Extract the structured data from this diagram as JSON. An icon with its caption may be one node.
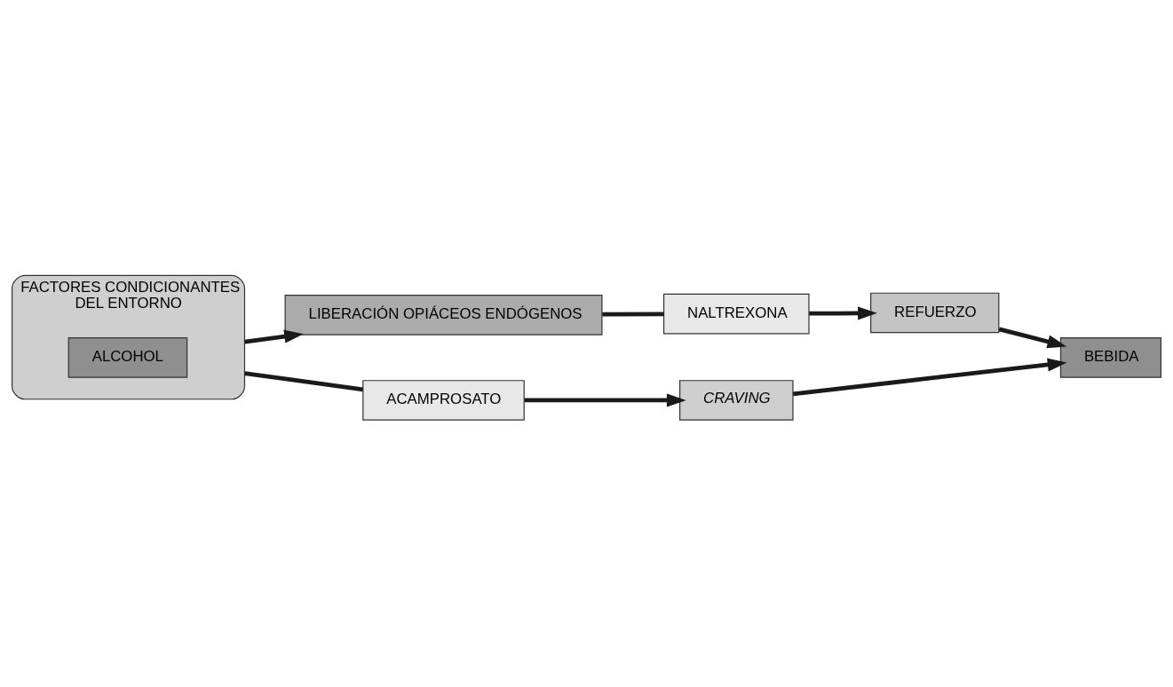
{
  "diagram": {
    "nodes": [
      {
        "text": [
          "FACTORES CONDICIONANTES",
          "DEL ENTORNO"
        ]
      },
      {
        "text": [
          "ALCOHOL"
        ],
        "in": 0
      },
      {
        "text": [
          "LIBERACIÓN OPIÁCEOS ENDÓGENOS"
        ]
      },
      {
        "text": [
          "NALTREXONA"
        ]
      },
      {
        "text": [
          "REFUERZO"
        ]
      },
      {
        "text": [
          "ACAMPROSATO"
        ]
      },
      {
        "text": [
          "CRAVING"
        ]
      },
      {
        "text": [
          "BEBIDA"
        ]
      }
    ],
    "edges": [
      {
        "from": 0,
        "to": 2,
        "arrow": "to"
      },
      {
        "from": 2,
        "to": 3,
        "arrow": "none"
      },
      {
        "from": 3,
        "to": 4,
        "arrow": "to"
      },
      {
        "from": 4,
        "to": 7,
        "arrow": "to"
      },
      {
        "from": 0,
        "to": 5,
        "arrow": "none"
      },
      {
        "from": 5,
        "to": 6,
        "arrow": "to"
      },
      {
        "from": 6,
        "to": 7,
        "arrow": "to"
      }
    ]
  }
}
